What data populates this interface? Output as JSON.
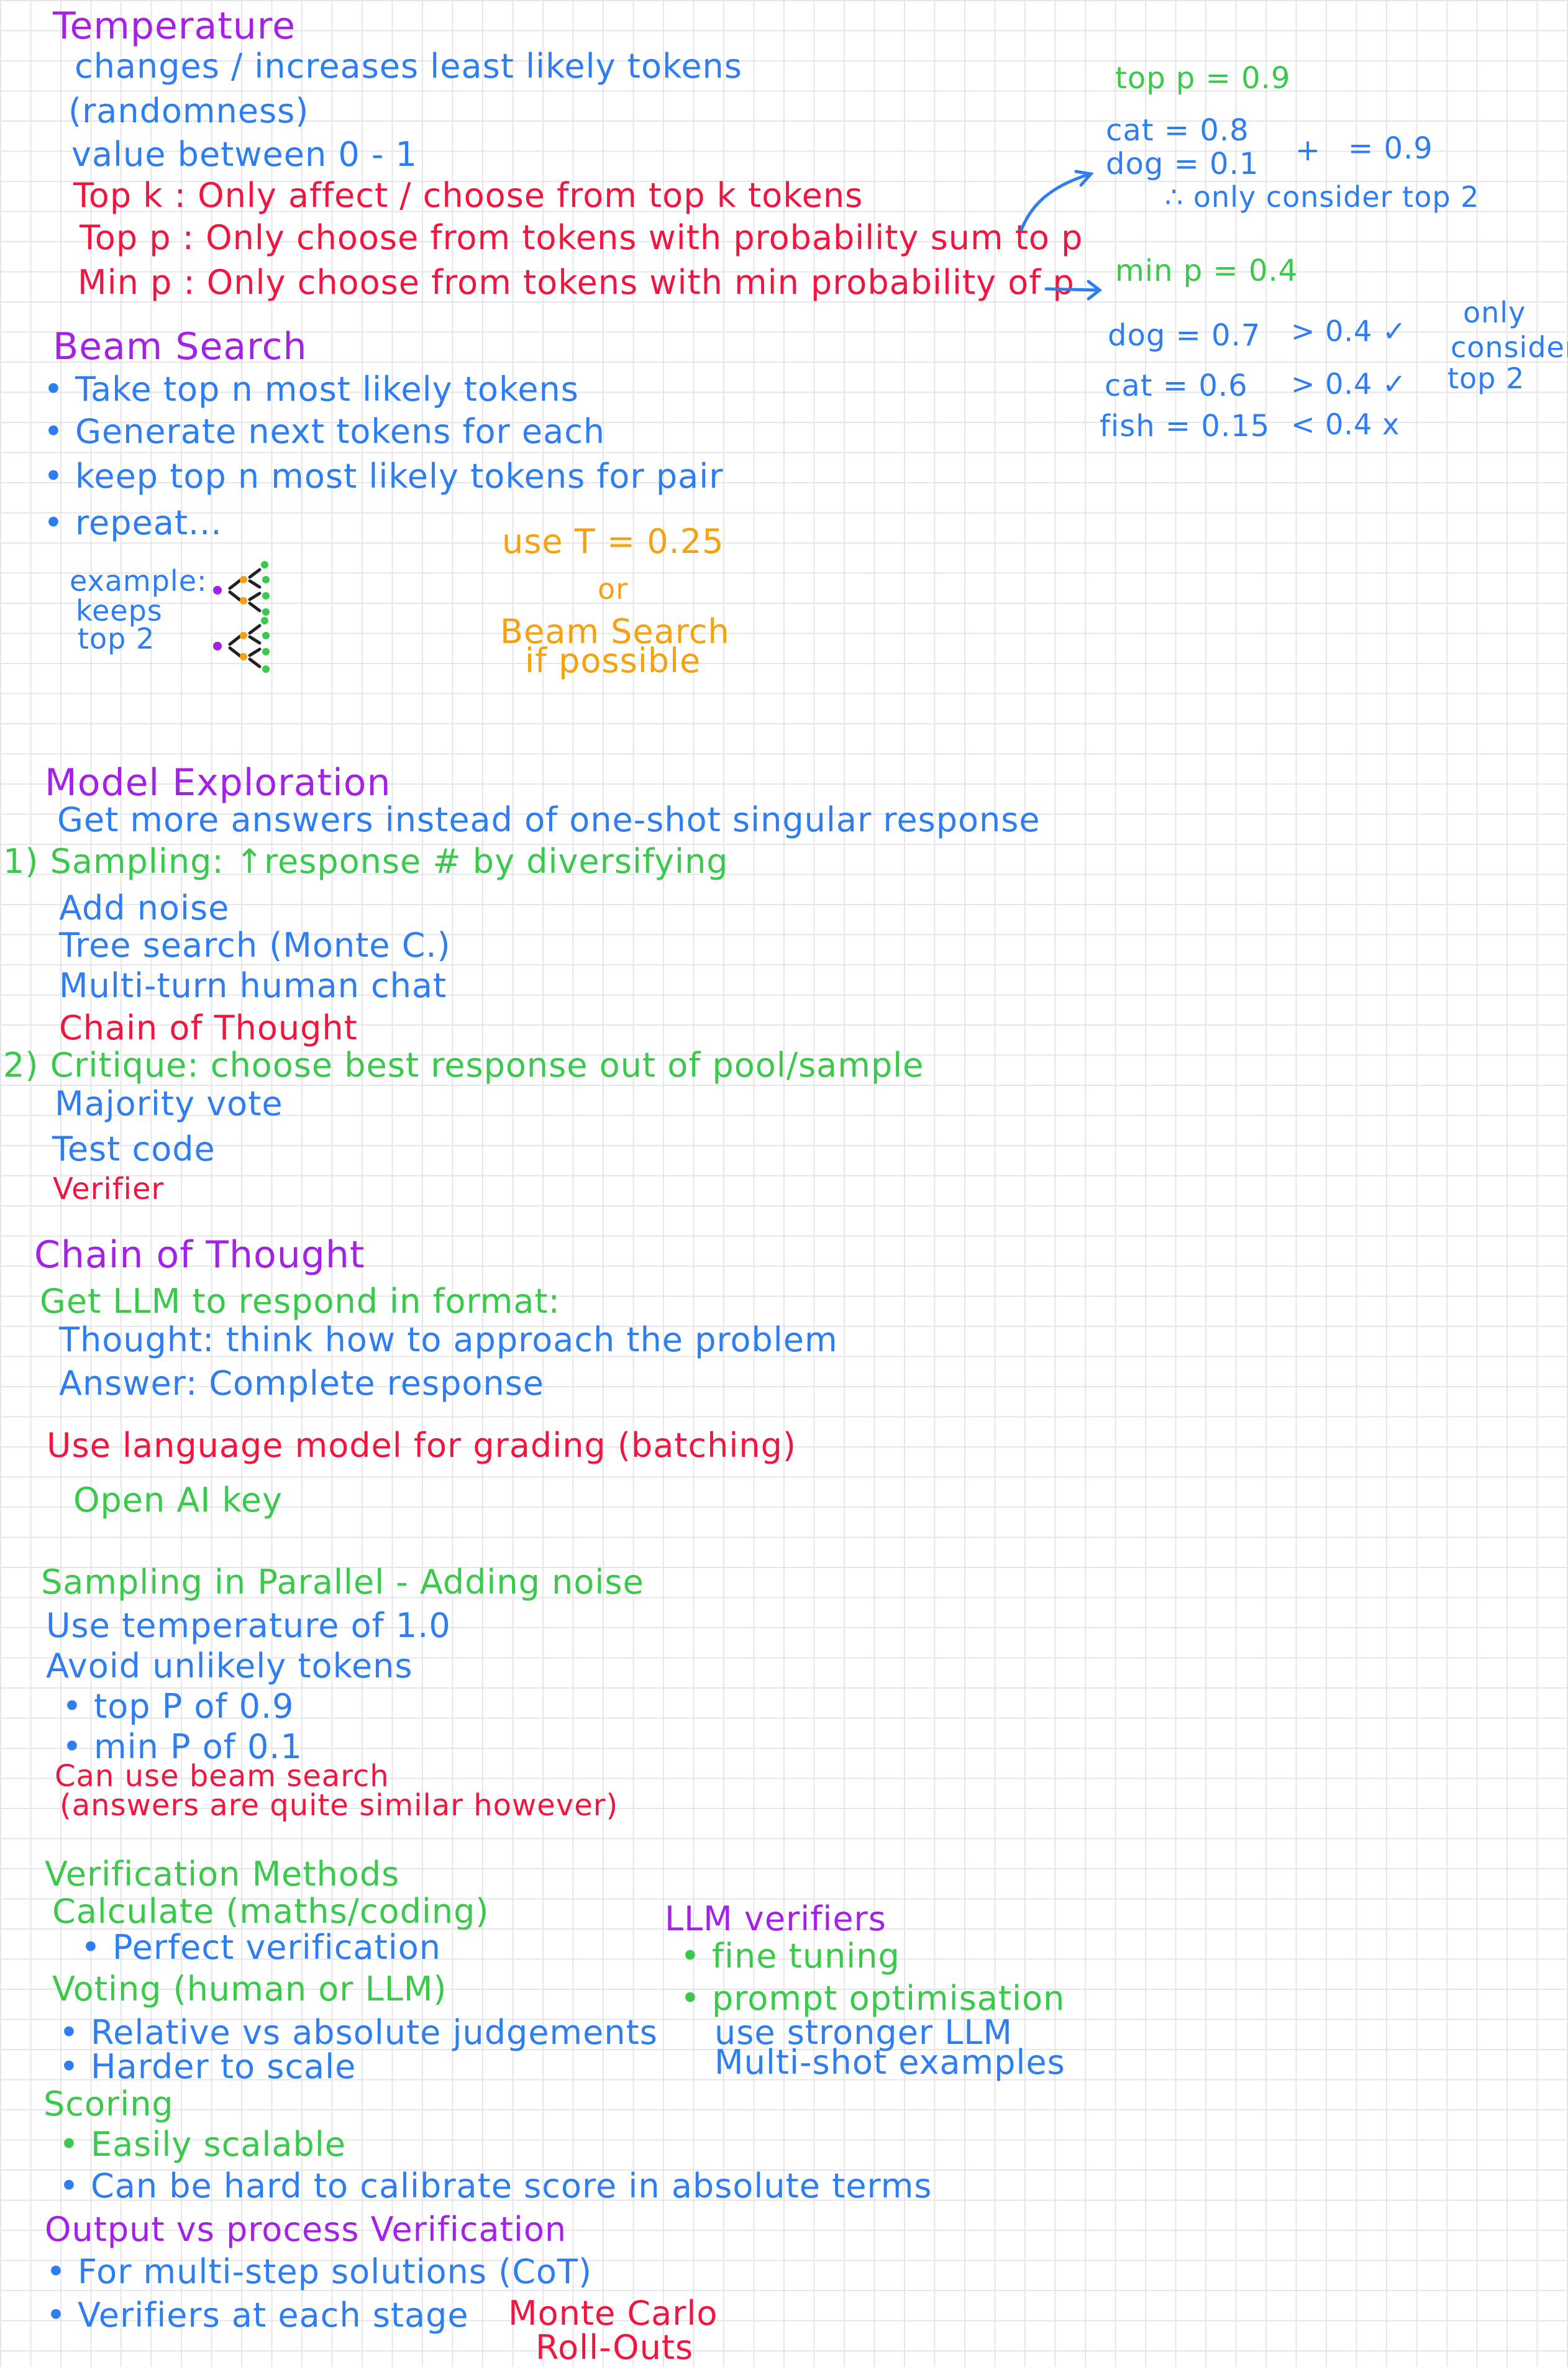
{
  "temperature": {
    "title": "Temperature",
    "line1": "changes / increases least likely tokens",
    "line2": "(randomness)",
    "line3": "value between 0 - 1",
    "top_k": "Top k : Only affect / choose from top k tokens",
    "top_p": "Top p : Only choose from tokens with probability sum to p",
    "min_p": "Min p : Only choose from tokens with min probability of p"
  },
  "top_p_example": {
    "title": "top p = 0.9",
    "cat": "cat = 0.8",
    "dog": "dog = 0.1",
    "plus": "+",
    "sum": "= 0.9",
    "conclusion": "∴ only consider top 2"
  },
  "min_p_example": {
    "title": "min p = 0.4",
    "dog": "dog = 0.7",
    "dog_check": "> 0.4 ✓",
    "cat": "cat = 0.6",
    "cat_check": "> 0.4 ✓",
    "fish": "fish = 0.15",
    "fish_check": "< 0.4 x",
    "note_1": "only",
    "note_2": "consider",
    "note_3": "top 2"
  },
  "beam_search": {
    "title": "Beam Search",
    "items": [
      "• Take top n most likely tokens",
      "• Generate next tokens for each",
      "• keep top n most likely tokens for pair",
      "• repeat..."
    ],
    "example_1": "example:",
    "example_2": "keeps",
    "example_3": "top 2",
    "advice_1": "use T = 0.25",
    "advice_2": "or",
    "advice_3": "Beam Search",
    "advice_4": "if possible"
  },
  "model_exploration": {
    "title": "Model Exploration",
    "line1": "Get more answers instead of one-shot singular response",
    "sampling": "1) Sampling: ↑response # by diversifying",
    "sampling_items": [
      "Add noise",
      "Tree search (Monte C.)",
      "Multi-turn human chat"
    ],
    "cot": "Chain of Thought",
    "critique": "2) Critique: choose best response out of pool/sample",
    "critique_items": [
      "Majority vote",
      "Test code"
    ],
    "verifier": "Verifier"
  },
  "chain_of_thought": {
    "title": "Chain of Thought",
    "line1": "Get LLM to respond in format:",
    "thought": "Thought: think how to approach the problem",
    "answer": "Answer: Complete response",
    "grading": "Use language model for grading (batching)",
    "key": "Open AI key"
  },
  "sampling_parallel": {
    "title": "Sampling in Parallel - Adding noise",
    "line1": "Use temperature of 1.0",
    "line2": "Avoid unlikely tokens",
    "items": [
      "• top P of 0.9",
      "• min P of 0.1"
    ],
    "beam": "Can use beam search",
    "beam_note": "(answers are quite similar however)"
  },
  "verification": {
    "title": "Verification Methods",
    "calculate": "Calculate (maths/coding)",
    "calc_item": "• Perfect verification",
    "voting": "Voting (human or LLM)",
    "voting_items": [
      "• Relative vs absolute judgements",
      "• Harder to scale"
    ],
    "scoring": "Scoring",
    "scoring_items": [
      "• Easily scalable",
      "• Can be hard to calibrate score in absolute terms"
    ],
    "output_vs_process": "Output vs process Verification",
    "ovp_items": [
      "• For multi-step solutions (CoT)",
      "• Verifiers at each stage"
    ],
    "monte_1": "Monte Carlo",
    "monte_2": "Roll-Outs"
  },
  "llm_verifiers": {
    "title": "LLM verifiers",
    "items": [
      "• fine tuning",
      "• prompt optimisation"
    ],
    "sub_items": [
      "use stronger LLM",
      "Multi-shot examples"
    ]
  },
  "colors": {
    "purple": "#a421e8",
    "blue": "#2e7ef2",
    "red": "#f0163f",
    "green": "#3ac94a",
    "orange": "#f6a10f",
    "grid": "#e6e6ea"
  }
}
